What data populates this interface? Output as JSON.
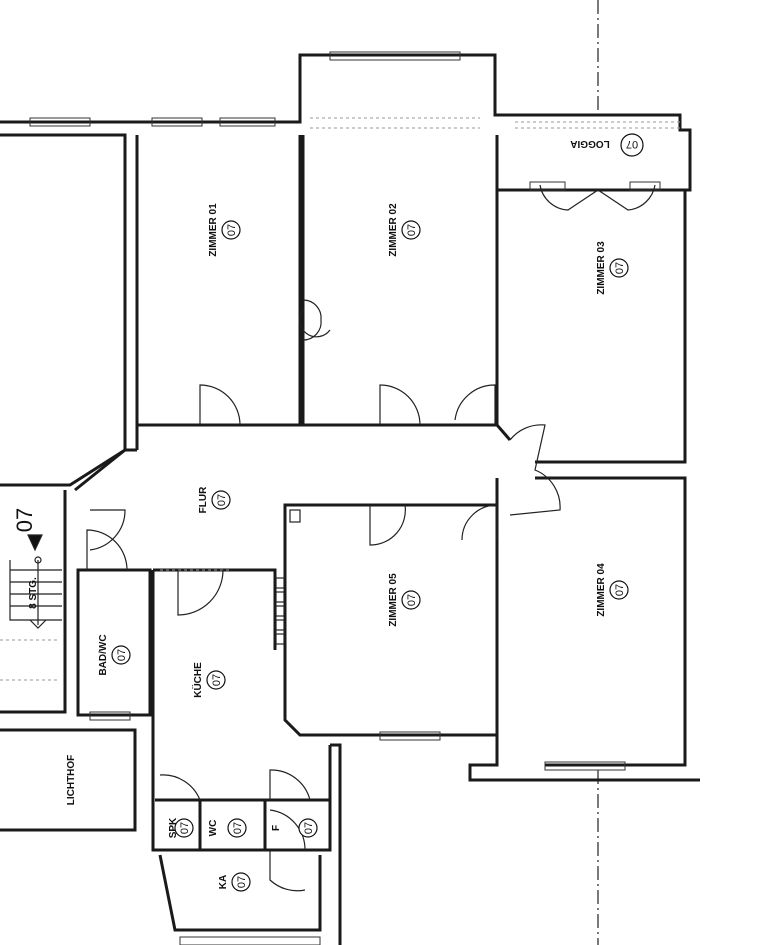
{
  "plan": {
    "unit_number": "07",
    "stairs_label": "8 STG.",
    "rooms": [
      {
        "name": "ZIMMER 01",
        "code": "07"
      },
      {
        "name": "ZIMMER 02",
        "code": "07"
      },
      {
        "name": "ZIMMER 03",
        "code": "07"
      },
      {
        "name": "LOGGIA",
        "code": "07"
      },
      {
        "name": "FLUR",
        "code": "07"
      },
      {
        "name": "ZIMMER 05",
        "code": "07"
      },
      {
        "name": "ZIMMER 04",
        "code": "07"
      },
      {
        "name": "BAD/WC",
        "code": "07"
      },
      {
        "name": "KÜCHE",
        "code": "07"
      },
      {
        "name": "LICHTHOF"
      },
      {
        "name": "SPK",
        "code": "07"
      },
      {
        "name": "WC",
        "code": "07"
      },
      {
        "name": "F",
        "code": "07"
      },
      {
        "name": "KA",
        "code": "07"
      }
    ]
  }
}
